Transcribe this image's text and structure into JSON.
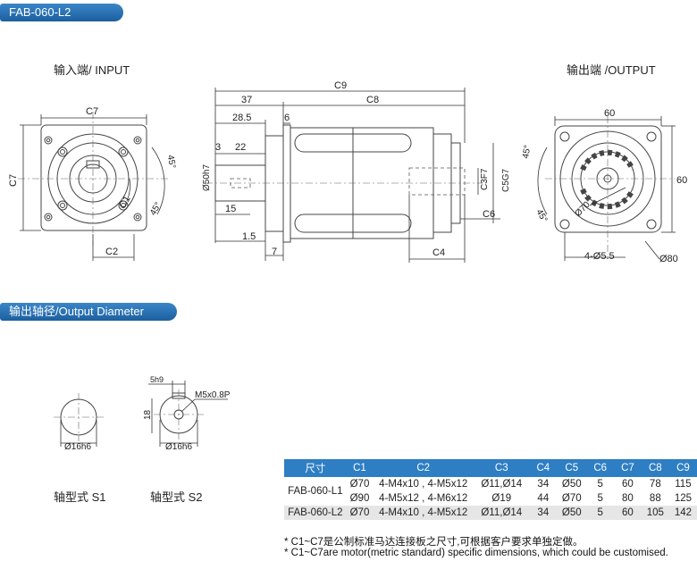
{
  "header": {
    "title": "FAB-060-L2"
  },
  "section2": {
    "title": "输出轴径/Output Diameter"
  },
  "views": {
    "input_label": "输入端/ INPUT",
    "output_label": "输出端 /OUTPUT"
  },
  "input_view": {
    "c7_top": "C7",
    "c7_left": "C7",
    "c2": "C2",
    "c1": "C1",
    "angle_top": "45°",
    "angle_bottom": "45°"
  },
  "side_view": {
    "c9": "C9",
    "d37": "37",
    "c8": "C8",
    "d28_5": "28.5",
    "d6": "6",
    "d3": "3",
    "d22": "22",
    "d50": "Ø50h7",
    "d15": "15",
    "c3": "C3F7",
    "c5": "C5G7",
    "c6": "C6",
    "d1_5": "1.5",
    "d7": "7",
    "c4": "C4"
  },
  "output_view": {
    "d60_top": "60",
    "d60_right": "60",
    "angle_top": "45°",
    "angle_bottom": "45°",
    "d70": "Ø70",
    "holes": "4-Ø5.5",
    "d80": "Ø80"
  },
  "shafts": {
    "s1_dia": "Ø16h6",
    "s2_dia": "Ø16h6",
    "s2_key": "5h9",
    "s2_height": "18",
    "s2_thread": "M5x0.8P",
    "s1_label": "轴型式 S1",
    "s2_label": "轴型式 S2"
  },
  "table": {
    "headers": [
      "尺寸",
      "C1",
      "C2",
      "C3",
      "C4",
      "C5",
      "C6",
      "C7",
      "C8",
      "C9"
    ],
    "rows": [
      {
        "model": "FAB-060-L1",
        "c1": "Ø70",
        "c2": "4-M4x10 , 4-M5x12",
        "c3": "Ø11,Ø14",
        "c4": "34",
        "c5": "Ø50",
        "c6": "5",
        "c7": "60",
        "c8": "78",
        "c9": "115"
      },
      {
        "model": "",
        "c1": "Ø90",
        "c2": "4-M5x12 , 4-M6x12",
        "c3": "Ø19",
        "c4": "44",
        "c5": "Ø70",
        "c6": "5",
        "c7": "80",
        "c8": "88",
        "c9": "125"
      },
      {
        "model": "FAB-060-L2",
        "c1": "Ø70",
        "c2": "4-M4x10 , 4-M5x12",
        "c3": "Ø11,Ø14",
        "c4": "34",
        "c5": "Ø50",
        "c6": "5",
        "c7": "60",
        "c8": "105",
        "c9": "142"
      }
    ]
  },
  "notes": {
    "note_cn": "* C1~C7是公制标准马达连接板之尺寸,可根据客户要求单独定做。",
    "note_en": "* C1~C7are motor(metric standard)  specific dimensions, which could be customised."
  },
  "colors": {
    "accent": "#2e7ec4",
    "table_row_alt": "#e6e6e6"
  }
}
